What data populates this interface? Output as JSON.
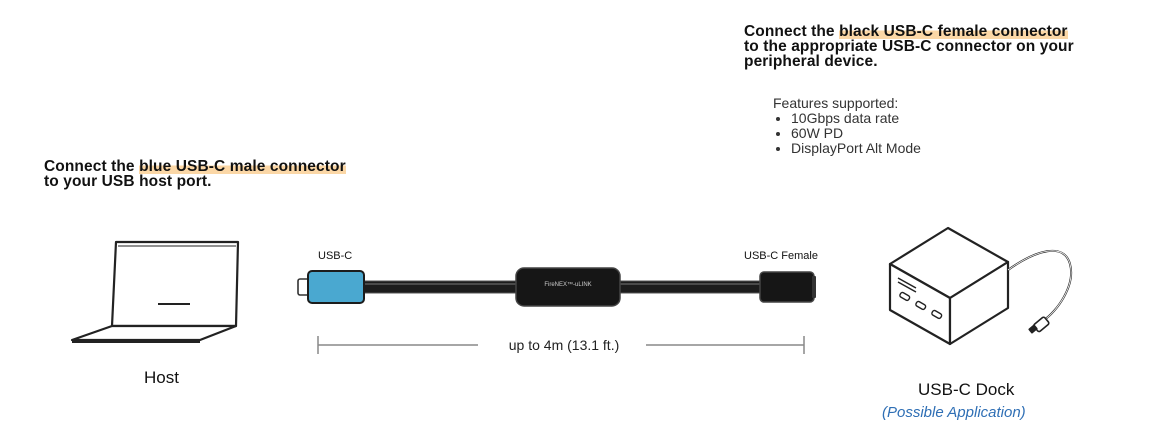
{
  "host_instruction": {
    "prefix": "Connect the ",
    "highlight": "blue USB-C male connector",
    "line2": "to your USB host port."
  },
  "peripheral_instruction": {
    "prefix": "Connect the ",
    "highlight": "black USB-C female connector",
    "line2": "to the appropriate USB-C connector on your",
    "line3": "peripheral device."
  },
  "features": {
    "title": "Features supported:",
    "items": [
      "10Gbps data rate",
      "60W PD",
      "DisplayPort Alt Mode"
    ]
  },
  "cable": {
    "left_label": "USB-C",
    "right_label": "USB-C Female",
    "module_label": "FireNEX™-uLINK",
    "length_label": "up to 4m (13.1 ft.)"
  },
  "host_label": "Host",
  "dock": {
    "label": "USB-C Dock",
    "note": "(Possible Application)"
  },
  "colors": {
    "highlight": "#fbd7a6",
    "male_connector": "#4aa8d0",
    "application_text": "#2f6fb5"
  }
}
